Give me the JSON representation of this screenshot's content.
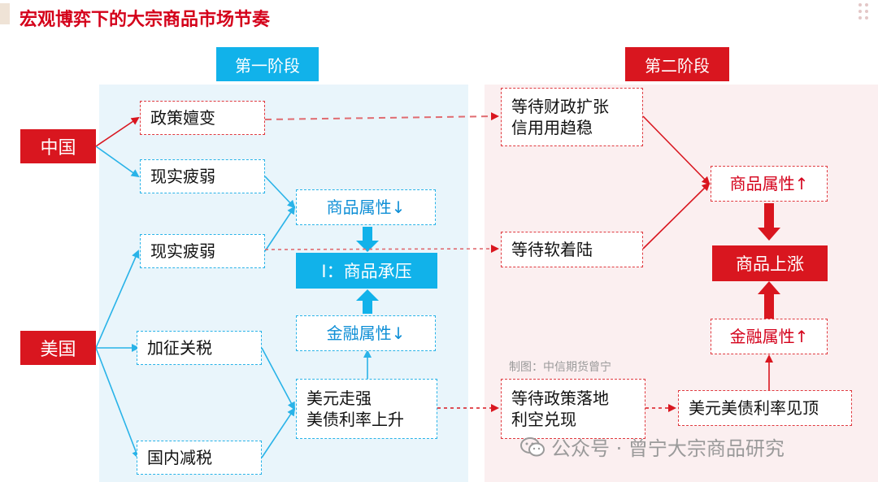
{
  "header": {
    "title": "宏观博弈下的大宗商品市场节奏"
  },
  "stages": {
    "first": "第一阶段",
    "second": "第二阶段"
  },
  "countries": {
    "china": "中国",
    "usa": "美国"
  },
  "stage1": {
    "policy_shift": "政策嬗变",
    "china_weak": "现实疲弱",
    "us_weak": "现实疲弱",
    "tariff": "加征关税",
    "tax_cut": "国内减税",
    "commodity_attr": "商品属性↓",
    "pressure": "I：商品承压",
    "financial_attr": "金融属性↓",
    "usd_line1": "美元走强",
    "usd_line2": "美债利率上升"
  },
  "stage2": {
    "fiscal_line1": "等待财政扩张",
    "fiscal_line2": "信用用趋稳",
    "soft_landing": "等待软着陆",
    "policy_line1": "等待政策落地",
    "policy_line2": "利空兑现",
    "commodity_attr": "商品属性↑",
    "rise": "商品上涨",
    "financial_attr": "金融属性↑",
    "usd_peak": "美元美债利率见顶"
  },
  "credit": "制图：中信期货曾宁",
  "watermark": "公众号 · 曾宁大宗商品研究",
  "colors": {
    "blue": "#11b2ea",
    "red": "#d9161f",
    "title_red": "#d4001a"
  }
}
